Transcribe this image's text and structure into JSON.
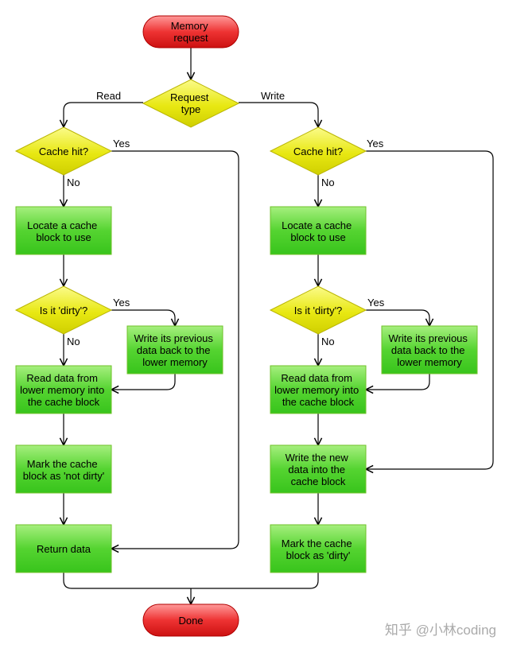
{
  "colors": {
    "terminal": "#ee3333",
    "decision": "#e8e812",
    "process": "#55d431",
    "watermark": "#aaaaaa"
  },
  "nodes": {
    "start": {
      "lines": [
        "Memory",
        "request"
      ]
    },
    "request_type": {
      "lines": [
        "Request",
        "type"
      ]
    },
    "read_cache_hit": {
      "lines": [
        "Cache hit?"
      ]
    },
    "read_locate": {
      "lines": [
        "Locate a cache",
        "block to use"
      ]
    },
    "read_dirty": {
      "lines": [
        "Is it 'dirty'?"
      ]
    },
    "read_writeback": {
      "lines": [
        "Write its previous",
        "data back to the",
        "lower memory"
      ]
    },
    "read_readdata": {
      "lines": [
        "Read data from",
        "lower memory into",
        "the cache block"
      ]
    },
    "read_mark": {
      "lines": [
        "Mark the cache",
        "block as 'not dirty'"
      ]
    },
    "read_return": {
      "lines": [
        "Return data"
      ]
    },
    "write_cache_hit": {
      "lines": [
        "Cache hit?"
      ]
    },
    "write_locate": {
      "lines": [
        "Locate a cache",
        "block to use"
      ]
    },
    "write_dirty": {
      "lines": [
        "Is it 'dirty'?"
      ]
    },
    "write_writeback": {
      "lines": [
        "Write its previous",
        "data back to the",
        "lower memory"
      ]
    },
    "write_readdata": {
      "lines": [
        "Read data from",
        "lower memory into",
        "the cache block"
      ]
    },
    "write_newdata": {
      "lines": [
        "Write the new",
        "data into the",
        "cache block"
      ]
    },
    "write_mark": {
      "lines": [
        "Mark the cache",
        "block as 'dirty'"
      ]
    },
    "done": {
      "lines": [
        "Done"
      ]
    }
  },
  "edge_labels": {
    "read": "Read",
    "write": "Write",
    "read_hit_yes": "Yes",
    "read_hit_no": "No",
    "read_dirty_yes": "Yes",
    "read_dirty_no": "No",
    "write_hit_yes": "Yes",
    "write_hit_no": "No",
    "write_dirty_yes": "Yes",
    "write_dirty_no": "No"
  },
  "watermark": "知乎 @小林coding"
}
